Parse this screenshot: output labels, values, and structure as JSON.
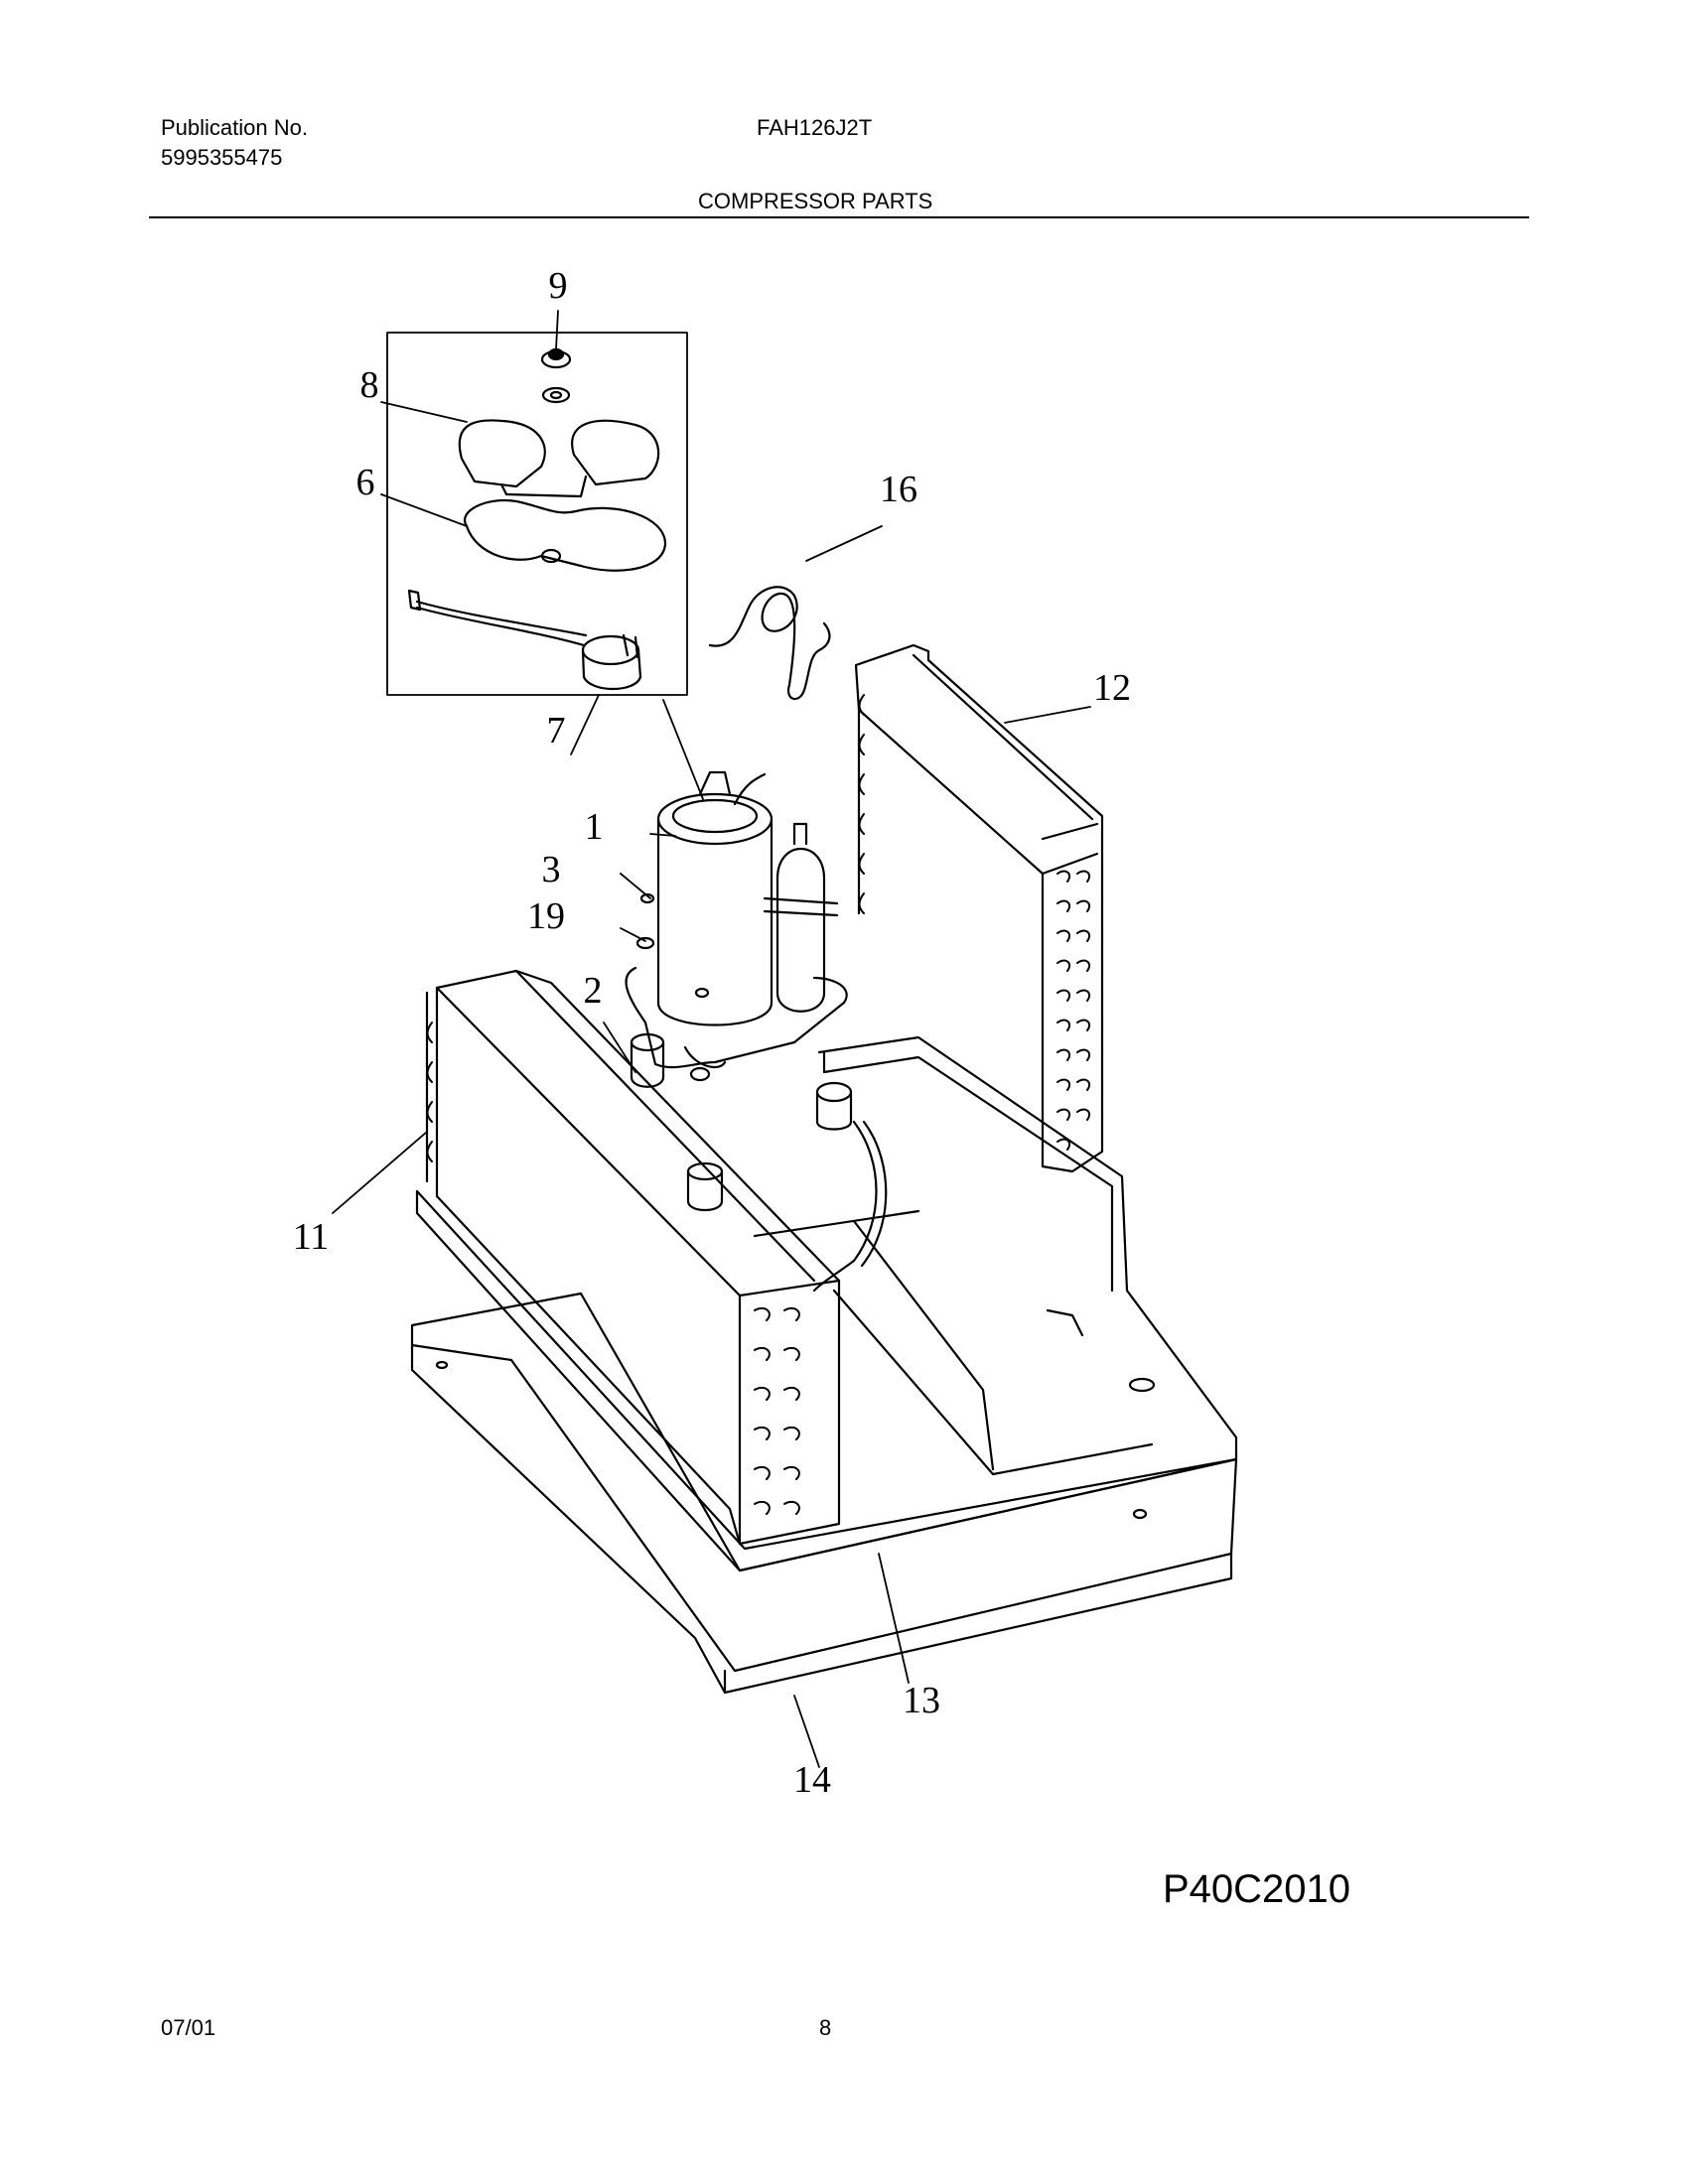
{
  "header": {
    "publication_label": "Publication No.",
    "publication_number": "5995355475",
    "model": "FAH126J2T",
    "section_title": "COMPRESSOR PARTS"
  },
  "diagram": {
    "callouts": [
      "1",
      "2",
      "3",
      "6",
      "7",
      "8",
      "9",
      "11",
      "12",
      "13",
      "14",
      "16",
      "19"
    ]
  },
  "footer": {
    "figure_code": "P40C2010",
    "date": "07/01",
    "page_number": "8"
  }
}
